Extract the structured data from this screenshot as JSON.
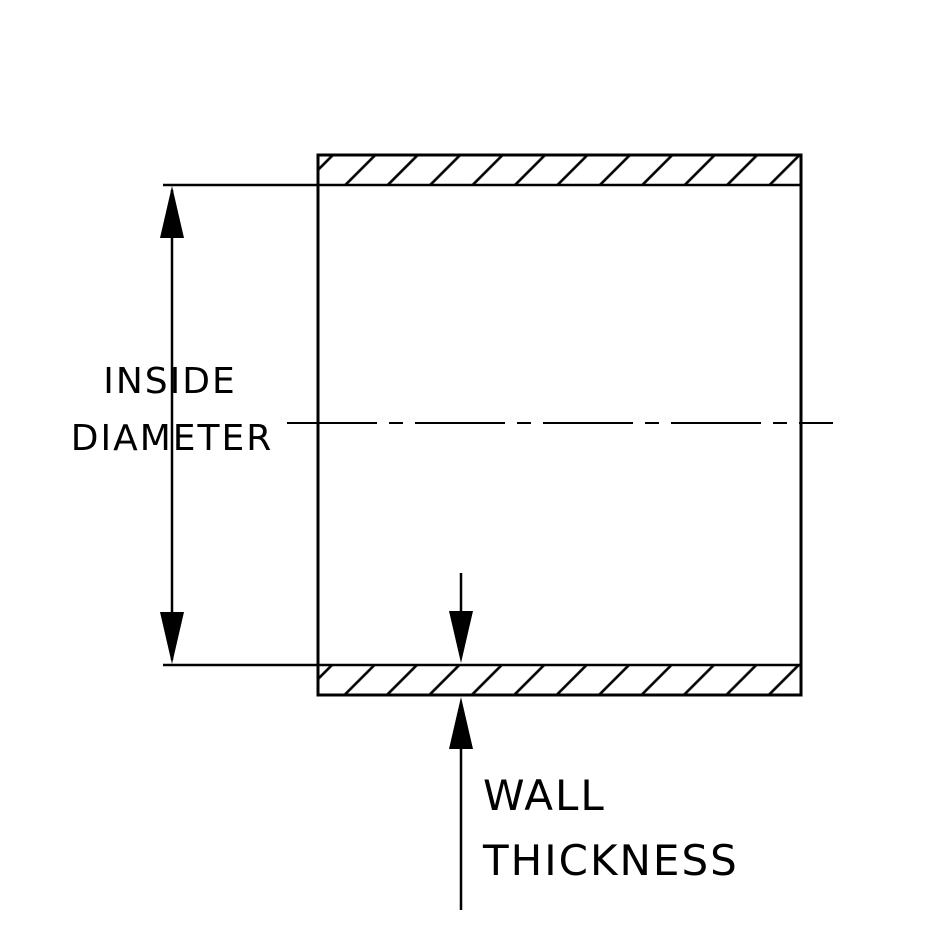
{
  "diagram": {
    "type": "technical-cross-section",
    "subject": "hose-coupler-cross-section",
    "labels": {
      "inside_diameter_line1": "INSIDE",
      "inside_diameter_line2": "DIAMETER",
      "wall_thickness_line1": "WALL",
      "wall_thickness_line2": "THICKNESS"
    },
    "colors": {
      "line": "#000000",
      "background": "#ffffff"
    }
  }
}
